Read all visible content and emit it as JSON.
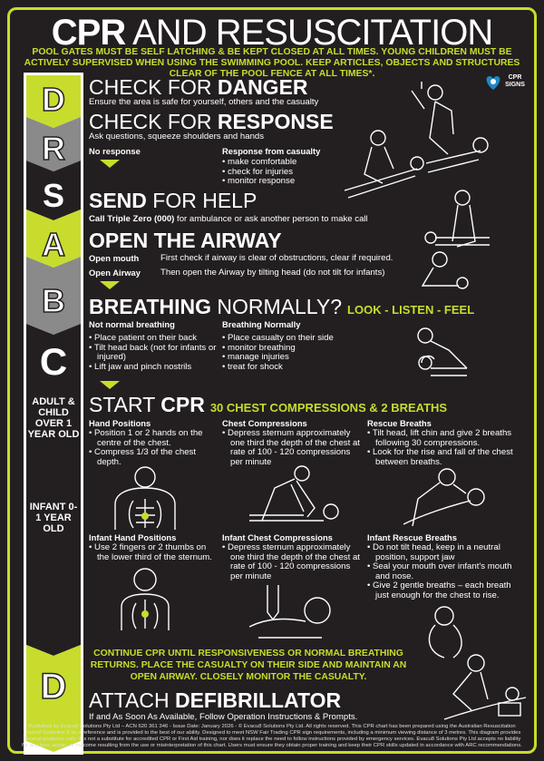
{
  "title": {
    "bold": "CPR",
    "light": " AND RESUSCITATION"
  },
  "warning": "POOL GATES MUST BE SELF LATCHING & BE KEPT CLOSED AT ALL TIMES. YOUNG CHILDREN MUST BE ACTIVELY SUPERVISED WHEN USING THE SWIMMING POOL. KEEP ARTICLES, OBJECTS AND STRUCTURES CLEAR OF THE POOL FENCE AT ALL TIMES*.",
  "logo": "CPR SIGNS",
  "sidebar": {
    "letters": [
      "D",
      "R",
      "S",
      "A",
      "B",
      "C",
      "D"
    ],
    "adult_label": "ADULT & CHILD OVER 1 YEAR OLD",
    "infant_label": "INFANT 0- 1 YEAR OLD"
  },
  "danger": {
    "light": "CHECK FOR ",
    "bold": "DANGER",
    "sub": "Ensure the area is safe for yourself, others and the casualty"
  },
  "response": {
    "light": "CHECK FOR ",
    "bold": "RESPONSE",
    "sub": "Ask questions, squeeze shoulders and hands",
    "no_response": "No response",
    "from_casualty": "Response from casualty",
    "bullets": [
      "make comfortable",
      "check for injuries",
      "monitor response"
    ]
  },
  "send": {
    "bold": "SEND",
    "light": " FOR HELP",
    "sub_bold": "Call Triple Zero (000)",
    "sub": " for ambulance or ask another person to make call"
  },
  "airway": {
    "title": "OPEN THE AIRWAY",
    "rows": [
      {
        "label": "Open mouth",
        "text": "First check if airway is clear of obstructions, clear if required."
      },
      {
        "label": "Open Airway",
        "text": "Then open the Airway by tilting head (do not tilt for infants)"
      }
    ]
  },
  "breathing": {
    "bold": "BREATHING",
    "light": " NORMALLY?",
    "tag": "LOOK - LISTEN - FEEL",
    "not_normal": "Not normal breathing",
    "not_normal_bullets": [
      "Place patient on their back",
      "Tilt head back (not for infants or injured)",
      "Lift jaw and pinch nostrils"
    ],
    "normal": "Breathing Normally",
    "normal_bullets": [
      "Place casualty on their side",
      "monitor breathing",
      "manage injuries",
      "treat for shock"
    ]
  },
  "cpr": {
    "light": "START ",
    "bold": "CPR",
    "tag": "30 CHEST COMPRESSIONS & 2 BREATHS",
    "adult": [
      {
        "heading": "Hand Positions",
        "bullets": [
          "Position 1 or 2 hands on the centre of the chest.",
          "Compress 1/3 of the chest depth."
        ]
      },
      {
        "heading": "Chest Compressions",
        "bullets": [
          "Depress sternum approximately one third the depth of the chest at rate of 100 - 120 compressions per minute"
        ]
      },
      {
        "heading": "Rescue Breaths",
        "bullets": [
          "Tilt head, lift chin and give 2 breaths following 30 compressions.",
          "Look for the rise and fall of the chest between breaths."
        ]
      }
    ],
    "infant": [
      {
        "heading": "Infant Hand Positions",
        "bullets": [
          "Use 2 fingers or 2 thumbs on the lower third of the sternum."
        ]
      },
      {
        "heading": "Infant Chest Compressions",
        "bullets": [
          "Depress sternum approximately one third the depth of the chest at rate of 100 - 120 compressions per minute"
        ]
      },
      {
        "heading": "Infant Rescue Breaths",
        "bullets": [
          "Do not tilt head, keep in a neutral position, support jaw",
          "Seal your mouth over infant’s mouth and nose.",
          "Give 2 gentle breaths – each breath just enough for the chest to rise."
        ]
      }
    ]
  },
  "continue": "CONTINUE CPR UNTIL RESPONSIVENESS OR NORMAL BREATHING RETURNS. PLACE THE  CASUALTY ON THEIR SIDE AND MAINTAIN AN OPEN AIRWAY. CLOSELY MONITOR THE CASUALTY.",
  "defib": {
    "light": "ATTACH ",
    "bold": "DEFIBRILLATOR",
    "sub": "If and As Soon As Available, Follow Operation Instructions & Prompts."
  },
  "footer": "Published by Evacu8 Solutions Pty Ltd – ACN 620 361 346 - Issue Date: January 2026 - © Evacu8 Solutions Pty Ltd. All rights reserved. This CPR chart has been prepared using the Australian Resuscitation Council Guideline 8 as a reference and is provided to the best of our ability. Designed to meet NSW Fair Trading CPR sign requirements, including a minimum viewing distance of 3 metres. This diagram provides general guidance only. It is not a substitute for accredited CPR or First Aid training, nor does it replace the need to follow instructions provided by emergency services. Evacu8 Solutions Pty Ltd accepts no liability for any loss, action, or outcome resulting from the use or misinterpretation of this chart. Users must ensure they obtain proper training and keep their CPR skills updated in accordance with ARC recommendations.",
  "colors": {
    "accent": "#c8dc2d",
    "background": "#231f20",
    "grey": "#8a8a8a"
  }
}
